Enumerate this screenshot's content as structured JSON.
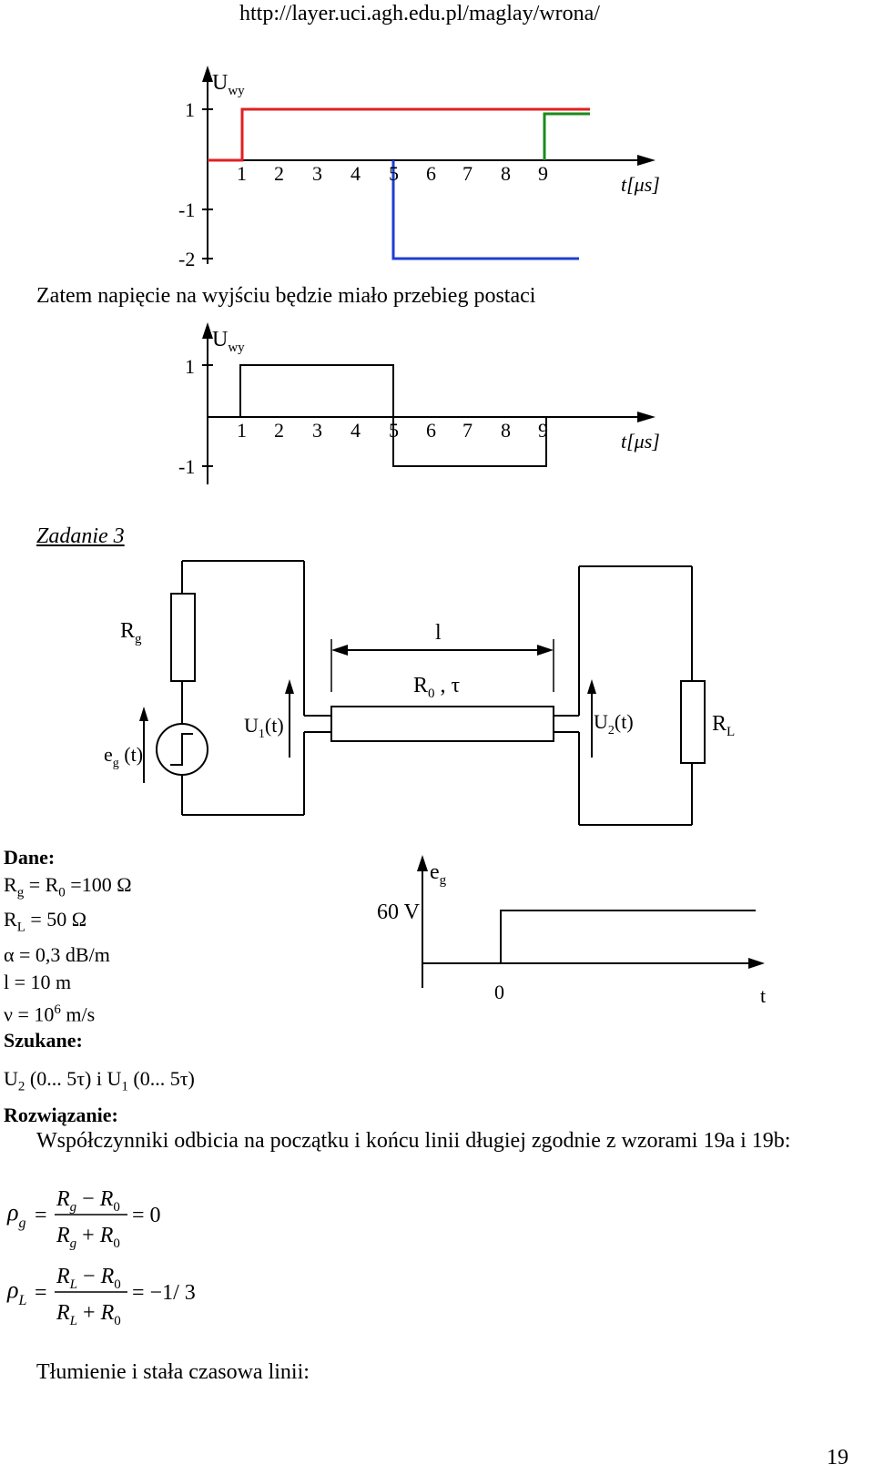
{
  "header": {
    "url": "http://layer.uci.agh.edu.pl/maglay/wrona/"
  },
  "graph1": {
    "y_label": "U",
    "y_label_sub": "wy",
    "y_ticks": [
      "1",
      "-1",
      "-2"
    ],
    "x_ticks": [
      "1",
      "2",
      "3",
      "4",
      "5",
      "6",
      "7",
      "8",
      "9"
    ],
    "x_label": "t[μs]",
    "colors": {
      "red": "#e02020",
      "green": "#1a8a1a",
      "blue": "#1f3fd0"
    }
  },
  "text1": "Zatem napięcie na wyjściu będzie miało przebieg postaci",
  "graph2": {
    "y_label": "U",
    "y_label_sub": "wy",
    "y_ticks": [
      "1",
      "-1"
    ],
    "x_ticks": [
      "1",
      "2",
      "3",
      "4",
      "5",
      "6",
      "7",
      "8",
      "9"
    ],
    "x_label": "t[μs]"
  },
  "task_title": "Zadanie 3",
  "circuit": {
    "rg": "R",
    "rg_sub": "g",
    "eg": "e",
    "eg_sub": "g",
    "eg_suffix": " (t)",
    "u1": "U",
    "u1_sub": "1",
    "u1_suffix": "(t)",
    "u2": "U",
    "u2_sub": "2",
    "u2_suffix": "(t)",
    "rl": "R",
    "rl_sub": "L",
    "length": "l",
    "line": "R",
    "line_sub": "0",
    "line_suffix": " , τ"
  },
  "given": {
    "title": "Dane:",
    "rows": [
      {
        "a": "R",
        "a_sub": "g",
        "b": " = R",
        "b_sub": "0",
        "c": " =100 Ω"
      },
      {
        "a": "R",
        "a_sub": "L",
        "b": " = 50 Ω",
        "b_sub": "",
        "c": ""
      },
      {
        "a": "α = 0,3  dB/m",
        "a_sub": "",
        "b": "",
        "b_sub": "",
        "c": ""
      },
      {
        "a": "l = 10 m",
        "a_sub": "",
        "b": "",
        "b_sub": "",
        "c": ""
      },
      {
        "a": "ν = 10",
        "a_sub": "",
        "b": "",
        "b_sub": "",
        "c": ""
      }
    ],
    "v_exp": "6",
    "v_unit": " m/s"
  },
  "eg_graph": {
    "y_label": "e",
    "y_label_sub": "g",
    "level": "60 V",
    "origin": "0",
    "x_label": "t"
  },
  "sought": {
    "title": "Szukane:",
    "u2": "U",
    "u2_sub": "2",
    "u2_rest": " (0... 5τ) i U",
    "u1_sub": "1",
    "u1_rest": " (0... 5τ)"
  },
  "solution": {
    "title": "Rozwiązanie:",
    "intro": "Współczynniki odbicia na początku i końcu linii długiej zgodnie z wzorami 19a i 19b:",
    "rho_g_result": "= 0",
    "rho_l_result": "= −1/ 3",
    "footer_text": "Tłumienie i stała czasowa linii:"
  },
  "page_number": "19"
}
